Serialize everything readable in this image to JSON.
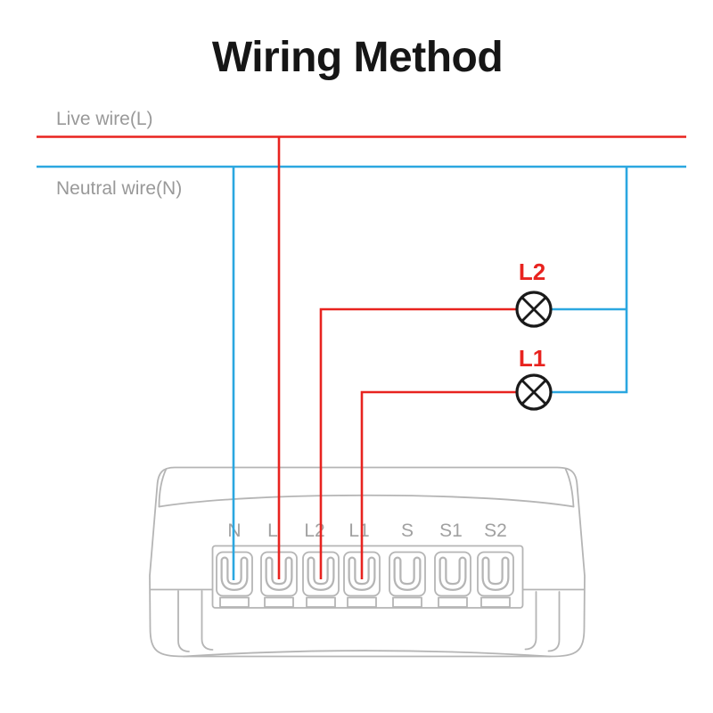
{
  "title": "Wiring Method",
  "power_lines": {
    "live_label": "Live wire(L)",
    "neutral_label": "Neutral wire(N)"
  },
  "lamps": [
    {
      "label": "L2"
    },
    {
      "label": "L1"
    }
  ],
  "device": {
    "terminals": [
      "N",
      "L",
      "L2",
      "L1",
      "S",
      "S1",
      "S2"
    ]
  },
  "colors": {
    "live-red": "#e8231f",
    "neutral-blue": "#2ba7e0",
    "label-gray": "#999999",
    "terminal-gray": "#a1a1a1",
    "device-line": "#b5b5b5",
    "lamp-black": "#1a1a1a",
    "title-color": "#161616",
    "background": "#ffffff"
  }
}
